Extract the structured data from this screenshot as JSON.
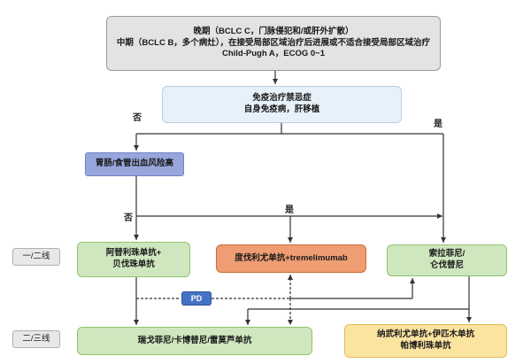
{
  "stage": {
    "line1": "晚期（BCLC C，门脉侵犯和/或肝外扩散）",
    "line2": "中期（BCLC B，多个病灶），在接受局部区域治疗后进展或不适合接受局部区域治疗",
    "line3": "Child-Pugh A，ECOG 0~1"
  },
  "contraindication": {
    "line1": "免疫治疗禁忌症",
    "line2": "自身免疫病，肝移植"
  },
  "bleeding": {
    "label": "胃肠/食管出血风险高"
  },
  "branch_labels": {
    "no_1": "否",
    "yes_1": "是",
    "no_2": "否",
    "yes_2": "是"
  },
  "line_labels": {
    "first_second": "一/二线",
    "second_third": "二/三线"
  },
  "first_line": {
    "atezo": {
      "line1": "阿替利珠单抗+",
      "line2": "贝伐珠单抗"
    },
    "durvalumab": {
      "label": "度伐利尤单抗+tremelimumab"
    },
    "sorafenib": {
      "line1": "索拉菲尼/",
      "line2": "仑伐替尼"
    }
  },
  "pd": {
    "label": "PD"
  },
  "second_line": {
    "tkis": {
      "label": "瑞戈菲尼/卡博替尼/雷莫芦单抗"
    },
    "nivo": {
      "line1": "纳武利尤单抗+伊匹木单抗",
      "line2": "帕博利珠单抗"
    }
  },
  "colors": {
    "gray_box": "#e3e3e3",
    "light_blue": "#e7f1fa",
    "bleed_blue": "#98a6dc",
    "green": "#cfe7bf",
    "orange": "#ef9d73",
    "pd_blue": "#4472c4",
    "yellow": "#fbe3a0",
    "arrow": "#333333"
  }
}
